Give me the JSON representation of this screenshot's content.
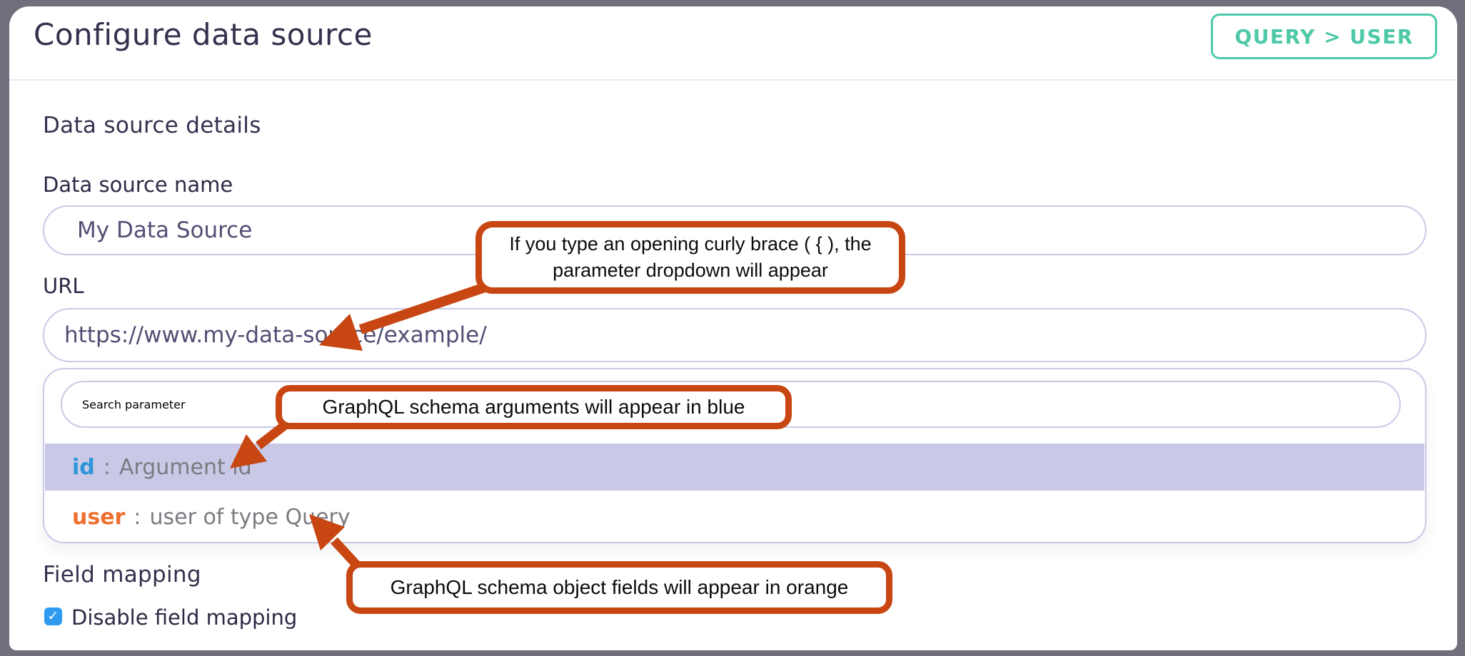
{
  "window": {
    "title": "Configure data source",
    "badge": "QUERY > USER"
  },
  "sections": {
    "details_heading": "Data source details",
    "field_mapping_heading": "Field mapping"
  },
  "fields": {
    "name": {
      "label": "Data source name",
      "value": "My Data Source"
    },
    "url": {
      "label": "URL",
      "value": "https://www.my-data-source/example/"
    }
  },
  "dropdown": {
    "search_placeholder": "Search parameter",
    "items": [
      {
        "name": "id",
        "separator": ":",
        "description": "Argument id",
        "kind": "argument",
        "highlighted": true
      },
      {
        "name": "user",
        "separator": ":",
        "description": "user of type Query",
        "kind": "field",
        "highlighted": false
      }
    ]
  },
  "field_mapping": {
    "checkbox_label": "Disable field mapping",
    "checked": true,
    "checkmark_glyph": "✓"
  },
  "annotations": [
    {
      "text": "If you type an opening curly brace ( { ), the parameter dropdown will appear"
    },
    {
      "text": "GraphQL schema arguments will appear in blue"
    },
    {
      "text": "GraphQL schema object fields will appear in orange"
    }
  ],
  "colors": {
    "frame": "#716f7b",
    "card": "#ffffff",
    "divider": "#e9e9f1",
    "heading": "#33314d",
    "label": "#2b2a45",
    "input-border": "#c9c9e8",
    "input-text": "#514f73",
    "placeholder": "#a6a6d0",
    "highlight": "#c9c9e7",
    "row-gray": "#7b7b82",
    "arg-blue": "#2d96d8",
    "field-orange": "#ed7030",
    "callout": "#c84612",
    "teal": "#4ec9a8",
    "checkbox-blue": "#2e9bf0",
    "annotation": "#0b0b0b"
  }
}
